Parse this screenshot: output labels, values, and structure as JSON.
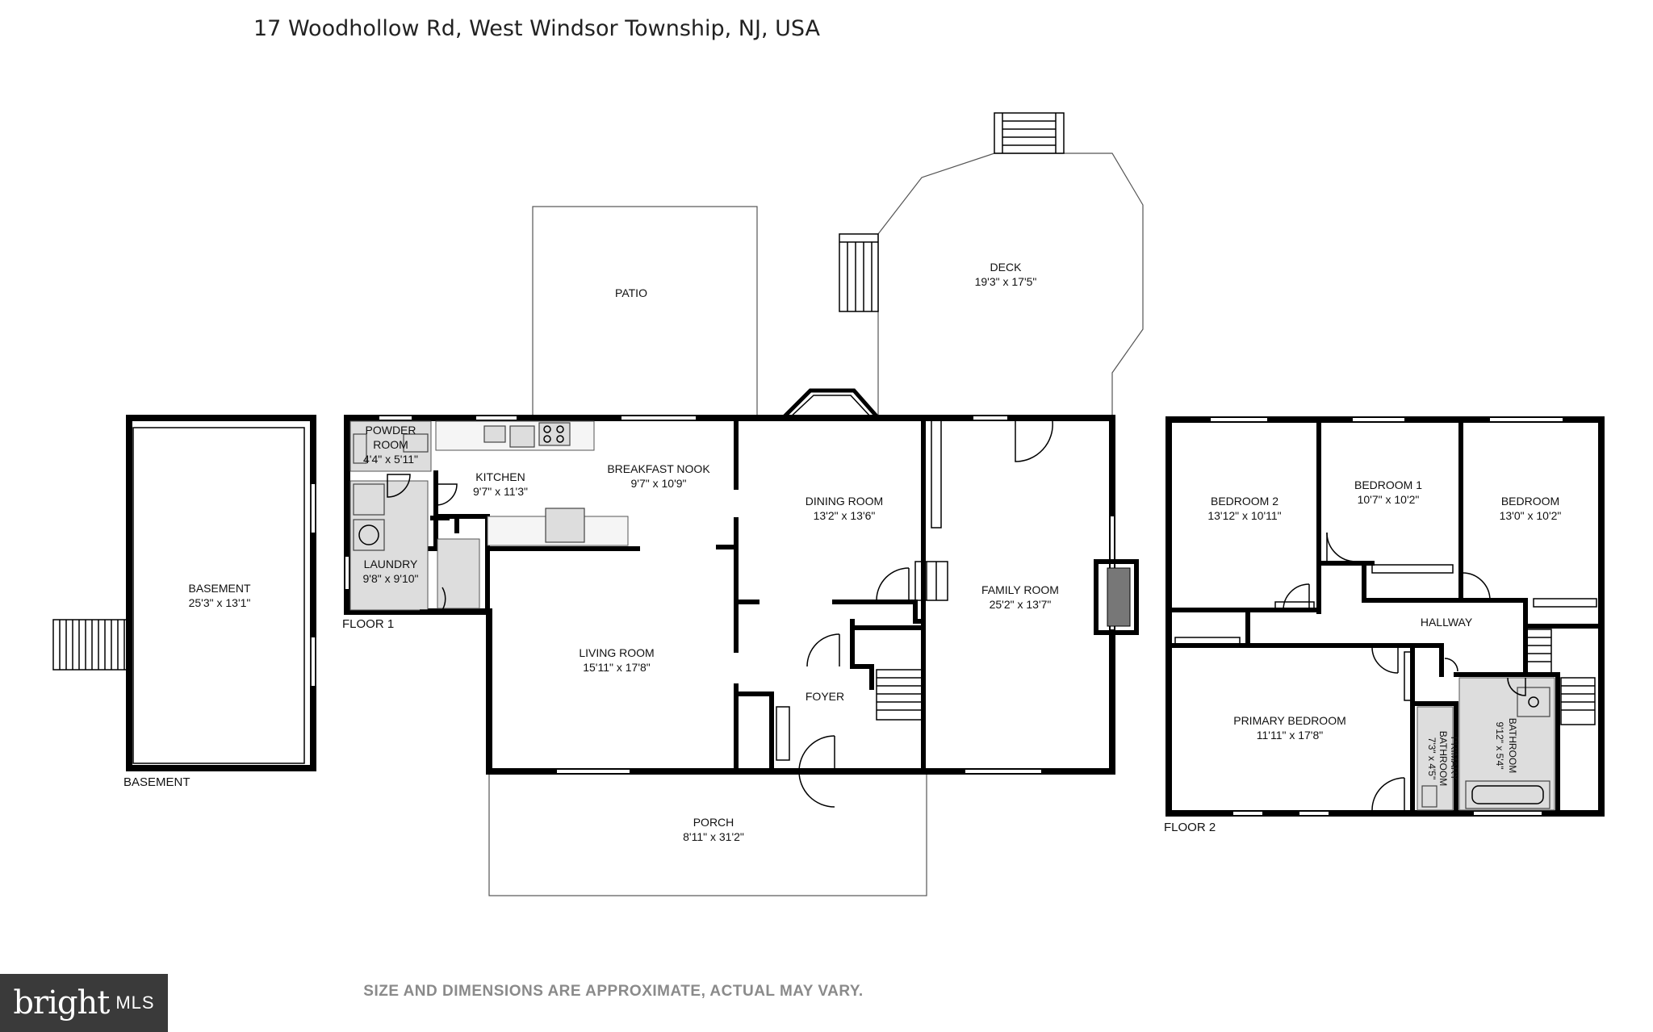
{
  "address": "17 Woodhollow Rd, West Windsor Township, NJ, USA",
  "disclaimer": "SIZE AND DIMENSIONS ARE APPROXIMATE, ACTUAL MAY VARY.",
  "logo": {
    "brand": "bright",
    "suffix": "MLS"
  },
  "floors": {
    "basement": "BASEMENT",
    "floor1": "FLOOR 1",
    "floor2": "FLOOR 2"
  },
  "rooms": {
    "basement": {
      "name": "BASEMENT",
      "dims": "25'3\" x 13'1\""
    },
    "powder_room": {
      "name": "POWDER",
      "name2": "ROOM",
      "dims": "4'4\" x 5'11\""
    },
    "kitchen": {
      "name": "KITCHEN",
      "dims": "9'7\" x 11'3\""
    },
    "breakfast_nook": {
      "name": "BREAKFAST NOOK",
      "dims": "9'7\" x 10'9\""
    },
    "laundry": {
      "name": "LAUNDRY",
      "dims": "9'8\" x 9'10\""
    },
    "living_room": {
      "name": "LIVING ROOM",
      "dims": "15'11\" x 17'8\""
    },
    "dining_room": {
      "name": "DINING ROOM",
      "dims": "13'2\" x 13'6\""
    },
    "family_room": {
      "name": "FAMILY ROOM",
      "dims": "25'2\" x 13'7\""
    },
    "foyer": {
      "name": "FOYER"
    },
    "porch": {
      "name": "PORCH",
      "dims": "8'11\" x 31'2\""
    },
    "patio": {
      "name": "PATIO"
    },
    "deck": {
      "name": "DECK",
      "dims": "19'3\" x 17'5\""
    },
    "bedroom2": {
      "name": "BEDROOM 2",
      "dims": "13'12\" x 10'11\""
    },
    "bedroom1": {
      "name": "BEDROOM 1",
      "dims": "10'7\" x 10'2\""
    },
    "bedroom": {
      "name": "BEDROOM",
      "dims": "13'0\" x 10'2\""
    },
    "hallway": {
      "name": "HALLWAY"
    },
    "primary_bedroom": {
      "name": "PRIMARY BEDROOM",
      "dims": "11'11\" x 17'8\""
    },
    "primary_bathroom": {
      "name": "PRIMARY",
      "name2": "BATHROOM",
      "dims": "7'3\" x 4'5\""
    },
    "bathroom": {
      "name": "BATHROOM",
      "dims": "9'12\" x 5'4\""
    }
  }
}
